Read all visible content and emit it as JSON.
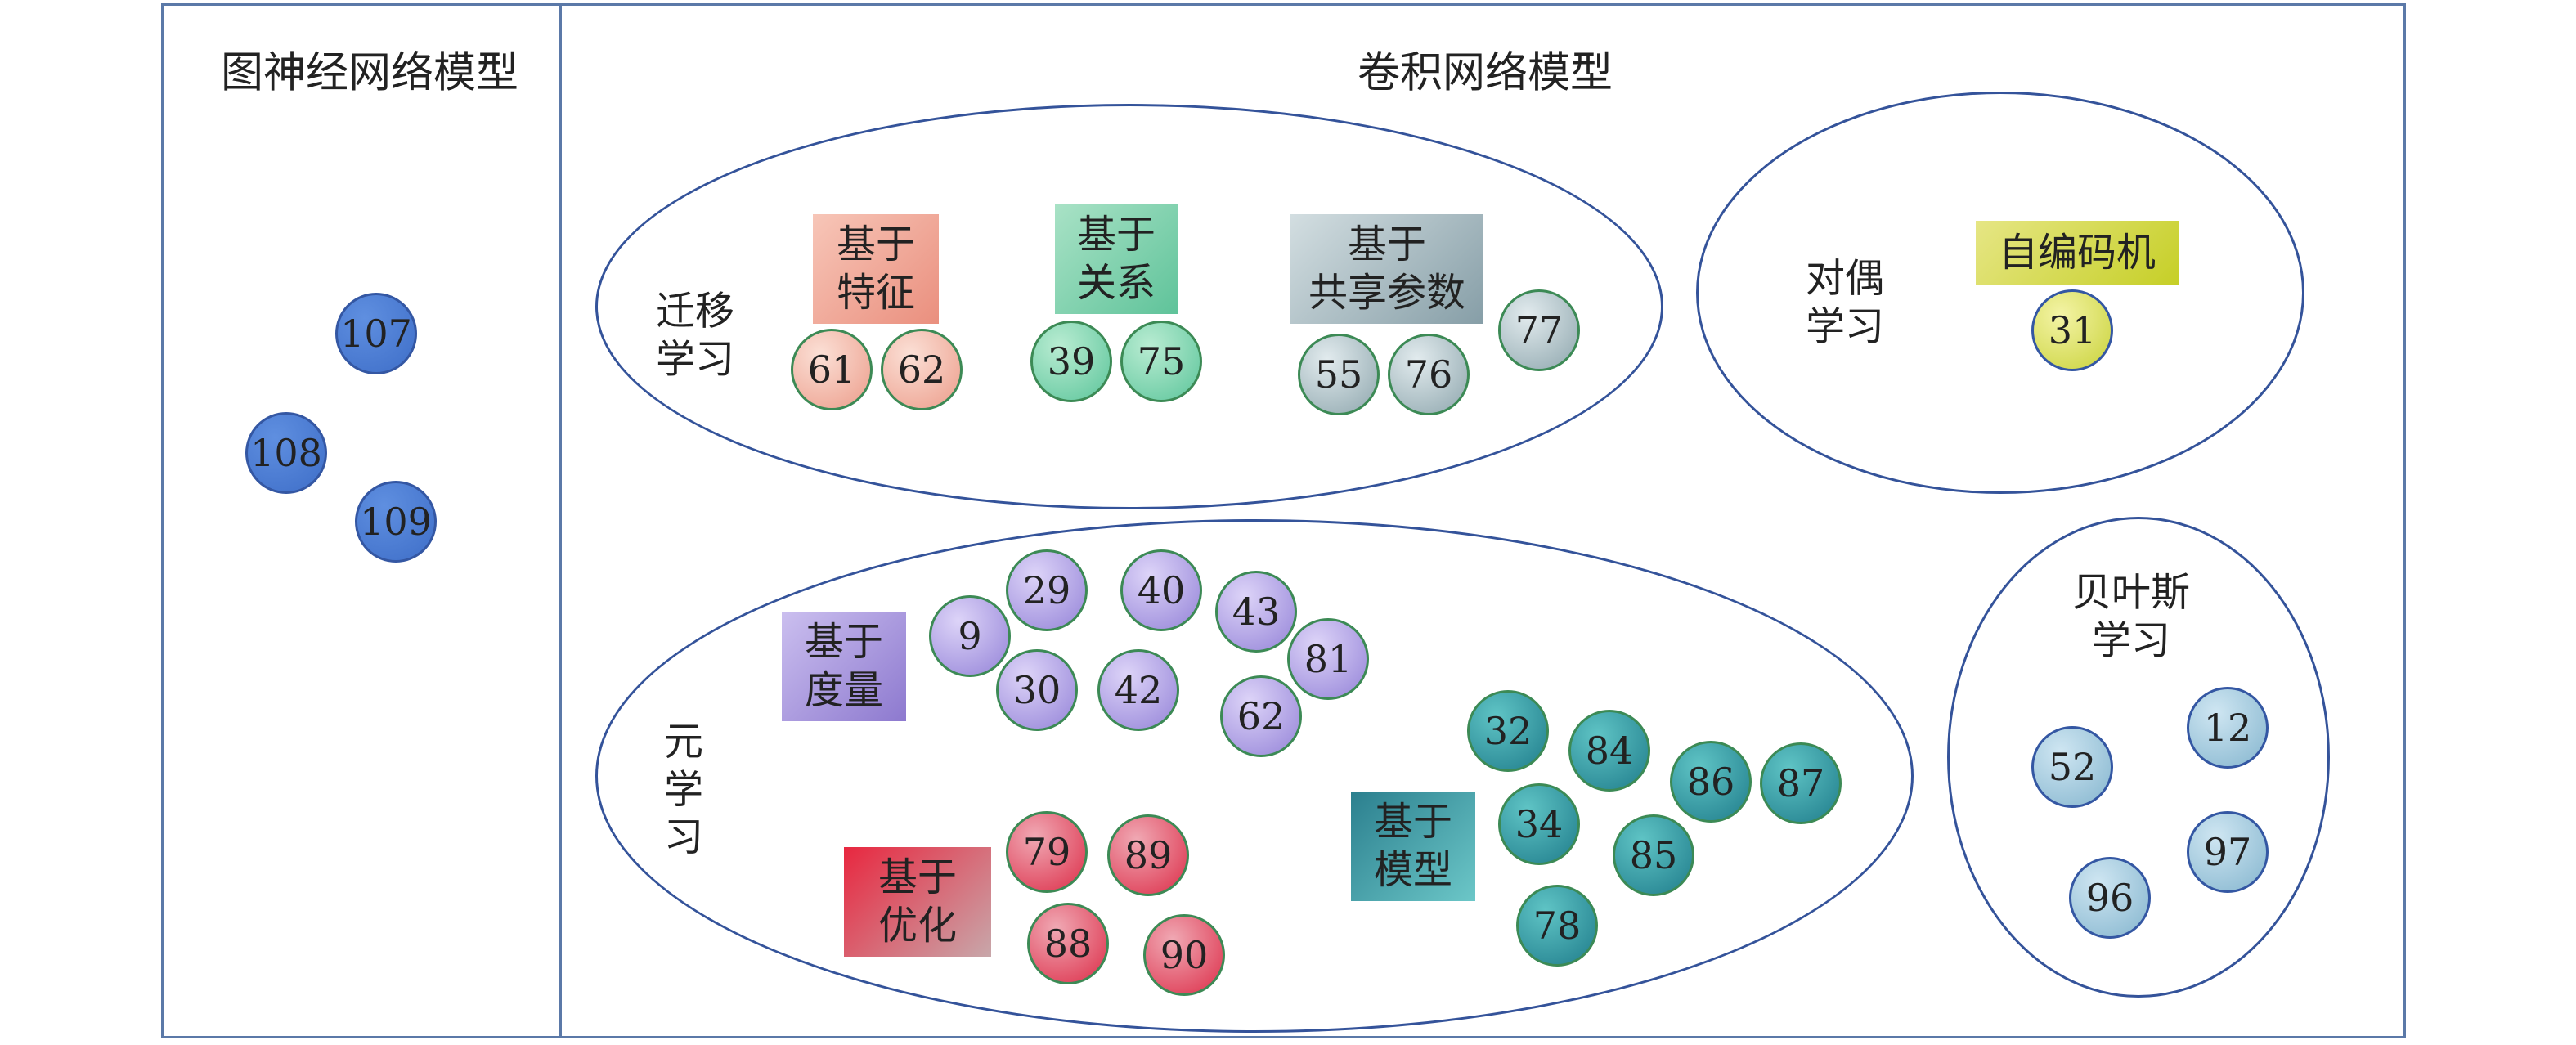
{
  "headings": {
    "gnn": "图神经网络模型",
    "cnn": "卷积网络模型"
  },
  "regions": [
    {
      "id": "transfer",
      "label": "迁移\n学习"
    },
    {
      "id": "dual",
      "label": "对偶\n学习"
    },
    {
      "id": "meta",
      "label": "元\n学\n习"
    },
    {
      "id": "bayes",
      "label": "贝叶斯\n学习"
    }
  ],
  "tags": [
    {
      "id": "feature",
      "text": "基于\n特征",
      "colors": [
        "#f7c6b8",
        "#ea8f7e"
      ]
    },
    {
      "id": "relation",
      "text": "基于\n关系",
      "colors": [
        "#a9e2c6",
        "#5fc39a"
      ]
    },
    {
      "id": "shared",
      "text": "基于\n共享参数",
      "colors": [
        "#d3dee1",
        "#869ea7"
      ]
    },
    {
      "id": "autoenc",
      "text": "自编码机",
      "colors": [
        "#e6e685",
        "#c6cf27"
      ]
    },
    {
      "id": "metric",
      "text": "基于\n度量",
      "colors": [
        "#cbbfef",
        "#8d79cf"
      ]
    },
    {
      "id": "optim",
      "text": "基于\n优化",
      "colors": [
        "#e8273f",
        "#c8a7aa"
      ]
    },
    {
      "id": "model",
      "text": "基于\n模型",
      "colors": [
        "#2b7f8e",
        "#6cc7c8"
      ]
    }
  ],
  "palettes": {
    "gnn": [
      "#5f8fe0",
      "#3e6ec8"
    ],
    "feature": [
      "#fbe0d6",
      "#ec9c8a"
    ],
    "relation": [
      "#b9ecd2",
      "#5cc59b"
    ],
    "shared": [
      "#e2ebee",
      "#8ea6ad"
    ],
    "autoenc": [
      "#f4f4a6",
      "#c9d23a"
    ],
    "metric": [
      "#ddd4f8",
      "#9483d8"
    ],
    "optim": [
      "#f0a9b4",
      "#dc2d48"
    ],
    "model": [
      "#5fc4c5",
      "#1f7c8b"
    ],
    "bayes": [
      "#cfe6f2",
      "#84b5ce"
    ]
  },
  "nodes": [
    {
      "label": "107",
      "group": "gnn"
    },
    {
      "label": "108",
      "group": "gnn"
    },
    {
      "label": "109",
      "group": "gnn"
    },
    {
      "label": "61",
      "group": "feature"
    },
    {
      "label": "62",
      "group": "feature"
    },
    {
      "label": "39",
      "group": "relation"
    },
    {
      "label": "75",
      "group": "relation"
    },
    {
      "label": "55",
      "group": "shared"
    },
    {
      "label": "76",
      "group": "shared"
    },
    {
      "label": "77",
      "group": "shared"
    },
    {
      "label": "31",
      "group": "autoenc"
    },
    {
      "label": "9",
      "group": "metric"
    },
    {
      "label": "29",
      "group": "metric"
    },
    {
      "label": "40",
      "group": "metric"
    },
    {
      "label": "43",
      "group": "metric"
    },
    {
      "label": "81",
      "group": "metric"
    },
    {
      "label": "30",
      "group": "metric"
    },
    {
      "label": "42",
      "group": "metric"
    },
    {
      "label": "62",
      "group": "metric"
    },
    {
      "label": "79",
      "group": "optim"
    },
    {
      "label": "89",
      "group": "optim"
    },
    {
      "label": "88",
      "group": "optim"
    },
    {
      "label": "90",
      "group": "optim"
    },
    {
      "label": "32",
      "group": "model"
    },
    {
      "label": "84",
      "group": "model"
    },
    {
      "label": "86",
      "group": "model"
    },
    {
      "label": "87",
      "group": "model"
    },
    {
      "label": "34",
      "group": "model"
    },
    {
      "label": "85",
      "group": "model"
    },
    {
      "label": "78",
      "group": "model"
    },
    {
      "label": "52",
      "group": "bayes"
    },
    {
      "label": "12",
      "group": "bayes"
    },
    {
      "label": "97",
      "group": "bayes"
    },
    {
      "label": "96",
      "group": "bayes"
    }
  ]
}
